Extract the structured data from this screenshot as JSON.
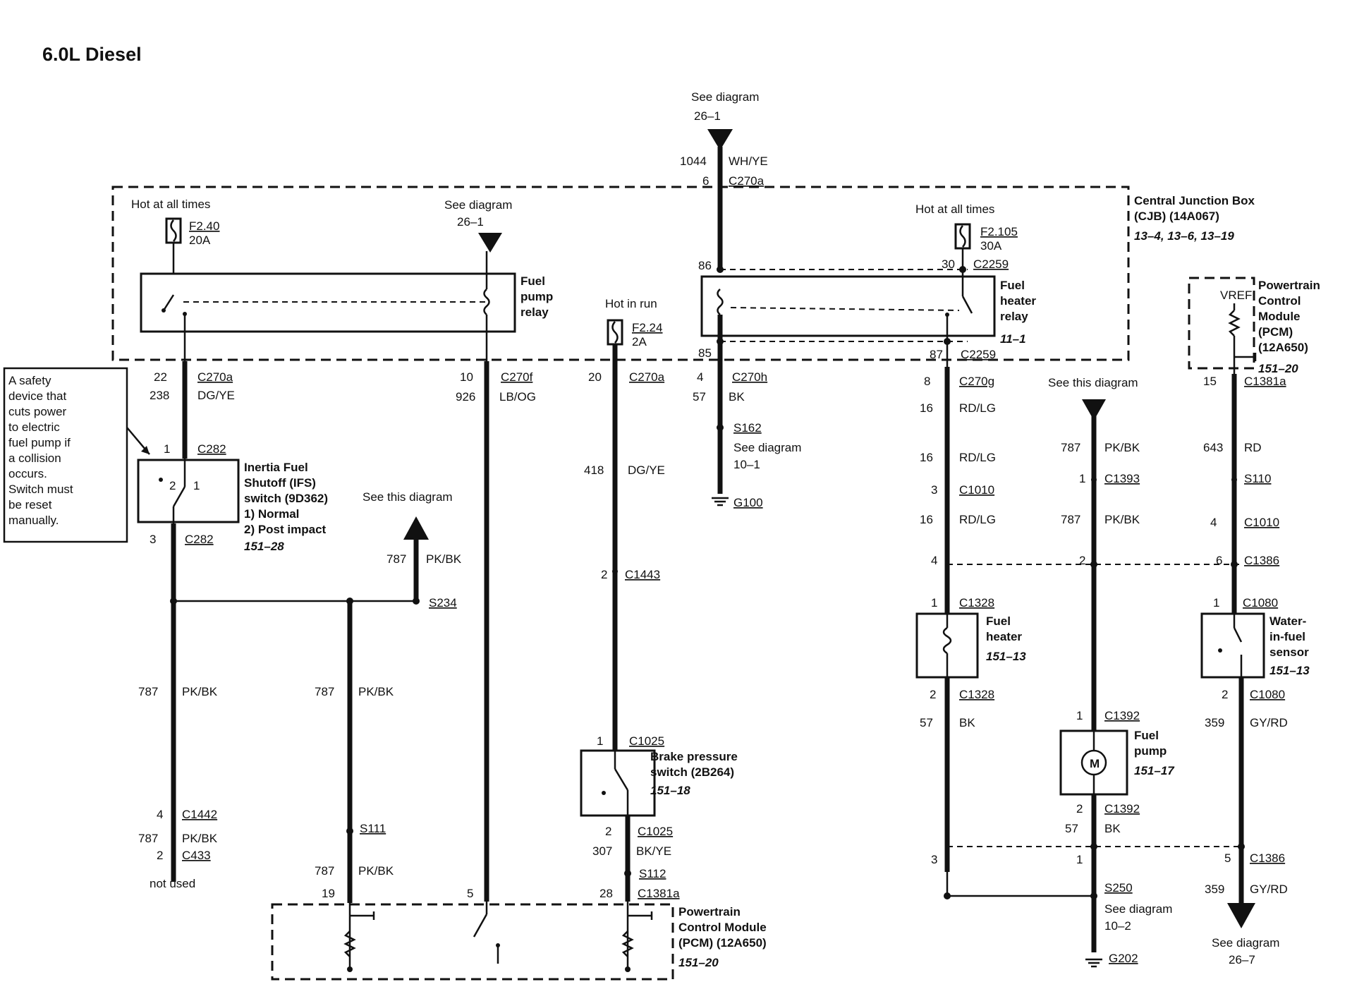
{
  "title": "6.0L Diesel",
  "note": [
    "A safety",
    "device that",
    "cuts power",
    "to electric",
    "fuel pump if",
    "a collision",
    "occurs.",
    "Switch must",
    "be reset",
    "manually."
  ],
  "top": {
    "see": "See diagram",
    "ref": "26–1",
    "circuit": "1044",
    "color": "WH/YE",
    "pin": "6",
    "conn": "C270a"
  },
  "cjb": {
    "name": [
      "Central Junction Box",
      "(CJB) (14A067)"
    ],
    "ref": "13–4, 13–6, 13–19"
  },
  "left_fuse": {
    "hot": "Hot at all times",
    "id": "F2.40",
    "amp": "20A"
  },
  "relay1": {
    "label": [
      "Fuel",
      "pump",
      "relay"
    ],
    "see": "See diagram",
    "ref": "26–1"
  },
  "hotrun": {
    "hot": "Hot in run",
    "id": "F2.24",
    "amp": "2A"
  },
  "right_fuse": {
    "hot": "Hot at all times",
    "id": "F2.105",
    "amp": "30A"
  },
  "relay2": {
    "label": [
      "Fuel",
      "heater",
      "relay"
    ],
    "ref": "11–1",
    "pin86": "86",
    "pin30": "30",
    "conn30": "C2259",
    "pin85": "85",
    "pin87": "87",
    "conn87": "C2259"
  },
  "w1": {
    "pin": "22",
    "conn": "C270a",
    "circuit": "238",
    "color": "DG/YE"
  },
  "w2": {
    "pin": "10",
    "conn": "C270f",
    "circuit": "926",
    "color": "LB/OG"
  },
  "w3": {
    "pin": "20",
    "conn": "C270a",
    "circuit": "418",
    "color": "DG/YE",
    "pin2": "2",
    "conn2": "C1443"
  },
  "w4": {
    "pin": "4",
    "conn": "C270h",
    "circuit": "57",
    "color": "BK",
    "splice": "S162",
    "see": "See diagram",
    "ref": "10–1",
    "ground": "G100"
  },
  "w5": {
    "pin": "8",
    "conn": "C270g",
    "circuit": "16",
    "color": "RD/LG",
    "pin3": "3",
    "conn3": "C1010"
  },
  "ifs": {
    "pin1": "1",
    "conn1": "C282",
    "pin3": "3",
    "conn3": "C282",
    "p2": "2",
    "p1": "1",
    "label": [
      "Inertia Fuel",
      "Shutoff (IFS)",
      "switch (9D362)",
      "1) Normal",
      "2) Post impact"
    ],
    "ref": "151–28"
  },
  "s234": {
    "see": "See this diagram",
    "circuit": "787",
    "color": "PK/BK",
    "splice": "S234"
  },
  "left_lower": {
    "circuit": "787",
    "color": "PK/BK",
    "pin4": "4",
    "conn4": "C1442",
    "pin2": "2",
    "conn2": "C433",
    "notused": "not used"
  },
  "mid_lower": {
    "circuit": "787",
    "color": "PK/BK",
    "splice": "S111",
    "pin": "19"
  },
  "pcm_pin5": "5",
  "brake": {
    "pin1": "1",
    "conn1": "C1025",
    "label": [
      "Brake pressure",
      "switch (2B264)"
    ],
    "ref": "151–18",
    "pin2": "2",
    "conn2": "C1025",
    "circuit": "307",
    "color": "BK/YE",
    "splice": "S112",
    "pin28": "28",
    "conn28": "C1381a"
  },
  "pcm_bottom": {
    "label": [
      "Powertrain",
      "Control Module",
      "(PCM) (12A650)"
    ],
    "ref": "151–20"
  },
  "fuel_heater": {
    "pin4": "4",
    "pin1": "1",
    "conn1": "C1328",
    "label": [
      "Fuel",
      "heater"
    ],
    "ref": "151–13",
    "pin2": "2",
    "conn2": "C1328",
    "circuit": "57",
    "color": "BK",
    "pin3": "3"
  },
  "pump": {
    "see": "See this diagram",
    "circuit": "787",
    "color": "PK/BK",
    "pin1": "1",
    "conn1": "C1393",
    "pin2c": "2",
    "mpin1": "1",
    "mconn1": "C1392",
    "label": [
      "Fuel",
      "pump"
    ],
    "ref": "151–17",
    "motor": "M",
    "mpin2": "2",
    "mconn2": "C1392",
    "gcircuit": "57",
    "gcolor": "BK",
    "pin1b": "1",
    "splice": "S250",
    "gsee": "See diagram",
    "gref": "10–2",
    "ground": "G202"
  },
  "pcm_right": {
    "vref": "VREF",
    "label": [
      "Powertrain",
      "Control",
      "Module",
      "(PCM)",
      "(12A650)"
    ],
    "ref": "151–20",
    "pin15": "15",
    "conn15": "C1381a",
    "circuit": "643",
    "color": "RD",
    "splice": "S110",
    "pin4": "4",
    "conn4": "C1010",
    "pin6": "6",
    "conn6": "C1386"
  },
  "wif": {
    "pin1": "1",
    "conn1": "C1080",
    "label": [
      "Water-",
      "in-fuel",
      "sensor"
    ],
    "ref": "151–13",
    "pin2": "2",
    "conn2": "C1080",
    "circuit": "359",
    "color": "GY/RD",
    "pin5": "5",
    "conn5": "C1386",
    "circuit2": "359",
    "color2": "GY/RD",
    "see": "See diagram",
    "seeref": "26–7"
  }
}
